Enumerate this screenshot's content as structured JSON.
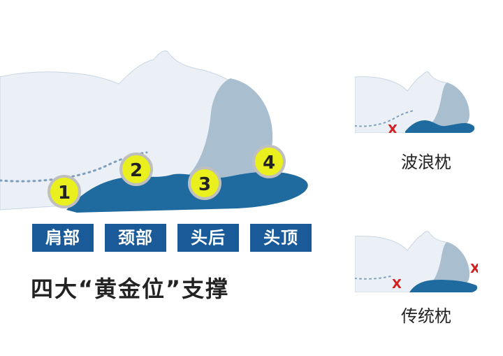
{
  "main_figure": {
    "markers": [
      "1",
      "2",
      "3",
      "4"
    ],
    "support_labels": [
      "肩部",
      "颈部",
      "头后",
      "头顶"
    ],
    "tagline": "四大“黄金位”支撑"
  },
  "comparisons": [
    {
      "caption": "波浪枕",
      "mark": "X"
    },
    {
      "caption": "传统枕",
      "mark": "X"
    }
  ],
  "colors": {
    "pillow_blue": "#1f6a9e",
    "head_shadow": "#a9bfcf",
    "body_fill": "#eaf0f6",
    "marker_yellow": "#e9f01d",
    "label_blue": "#1b5a99",
    "x_red": "#d31f1f"
  }
}
